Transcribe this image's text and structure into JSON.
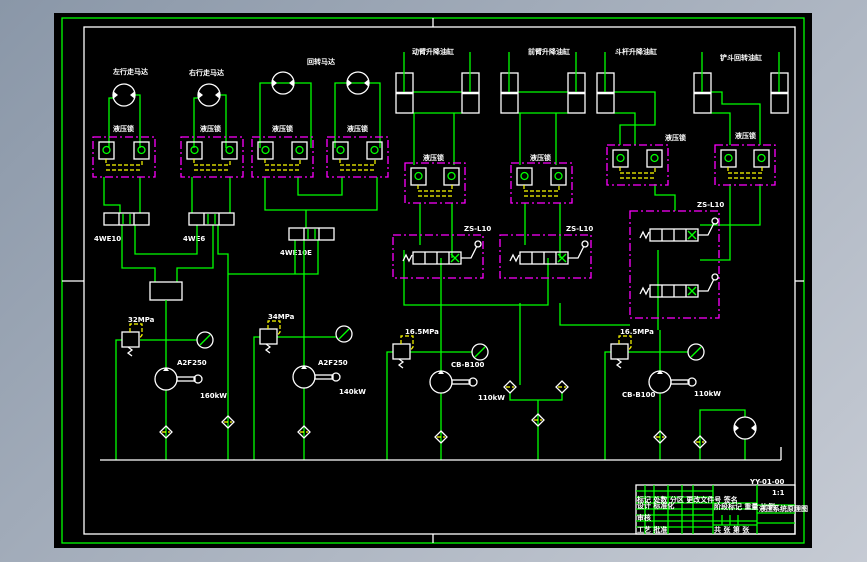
{
  "colors": {
    "sheet": "#000000",
    "frame": "#00ff00",
    "lines": "#00ff00",
    "outline": "#ffffff",
    "lock_box": "#ff00ff",
    "pilot": "#ffff00"
  },
  "labels": {
    "motor_left": "左行走马达",
    "motor_right": "右行走马达",
    "motor_swing": "回转马达",
    "cyl_1": "动臂升降油缸",
    "cyl_2": "前臂升降油缸",
    "cyl_3": "斗杆升降油缸",
    "cyl_4": "铲斗回转油缸",
    "lock": "液压锁",
    "valve_1": "4WE10",
    "valve_2": "4WE6",
    "valve_3": "4WE10E",
    "zs_1": "ZS-L10",
    "zs_2": "ZS-L10",
    "zs_3": "ZS-L10",
    "relief_1": "32MPa",
    "relief_2": "34MPa",
    "relief_3": "16.5MPa",
    "relief_4": "16.5MPa",
    "pump_1": "A2F250",
    "pump_2": "A2F250",
    "pump_3": "CB-B100",
    "pump_4": "CB-B100",
    "power_1": "160kW",
    "power_2": "140kW",
    "power_3": "110kW",
    "power_4": "110kW"
  },
  "title_block": {
    "drawing_no": "YY-01-00",
    "scale": "1:1",
    "name": "液压系统原理图",
    "rows": [
      "标记 处数 分区 更改文件号 签名",
      "设计 标准化",
      "审核",
      "工艺 批准"
    ],
    "stage": "阶段标记 重量 比例",
    "sheet": "共 张 第 张"
  }
}
